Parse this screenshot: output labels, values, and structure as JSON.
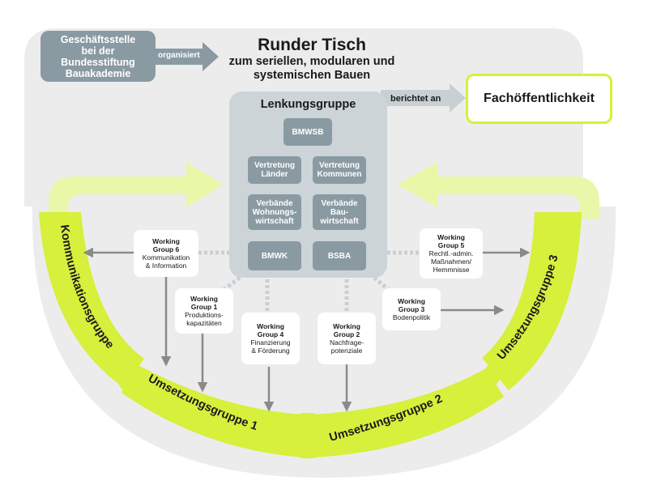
{
  "colors": {
    "background_panel": "#ececec",
    "lime": "#d6f03c",
    "lime_light": "#e9f7a8",
    "grey_box": "#8a9aa2",
    "lenkung_panel": "#ccd4d8",
    "arrow_grey": "#8a8a8a"
  },
  "header": {
    "org_box_lines": [
      "Geschäftsstelle",
      "bei der",
      "Bundesstiftung",
      "Bauakademie"
    ],
    "organisiert": "organisiert",
    "title": "Runder Tisch",
    "subtitle_lines": [
      "zum seriellen, modularen und",
      "systemischen Bauen"
    ],
    "berichtet_an": "berichtet an",
    "fachoeffentlichkeit": "Fachöffentlichkeit"
  },
  "lenkungsgruppe": {
    "title": "Lenkungsgruppe",
    "bmwsb": "BMWSB",
    "laender": [
      "Vertretung",
      "Länder"
    ],
    "kommunen": [
      "Vertretung",
      "Kommunen"
    ],
    "wohnungswirtschaft": [
      "Verbände",
      "Wohnungs-",
      "wirtschaft"
    ],
    "bauwirtschaft": [
      "Verbände",
      "Bau-",
      "wirtschaft"
    ],
    "bmwk": "BMWK",
    "bsba": "BSBA"
  },
  "working_groups": {
    "wg6": {
      "title": [
        "Working",
        "Group 6"
      ],
      "desc": [
        "Kommunikation",
        "& Information"
      ]
    },
    "wg1": {
      "title": [
        "Working",
        "Group 1"
      ],
      "desc": [
        "Produktions-",
        "kapazitäten"
      ]
    },
    "wg4": {
      "title": [
        "Working",
        "Group 4"
      ],
      "desc": [
        "Finanzierung",
        "& Förderung"
      ]
    },
    "wg2": {
      "title": [
        "Working",
        "Group 2"
      ],
      "desc": [
        "Nachfrage-",
        "potenziale"
      ]
    },
    "wg3": {
      "title": [
        "Working",
        "Group 3"
      ],
      "desc": [
        "Bodenpolitik"
      ]
    },
    "wg5": {
      "title": [
        "Working",
        "Group 5"
      ],
      "desc": [
        "Rechtl.-admin.",
        "Maßnahmen/",
        "Hemmnisse"
      ]
    }
  },
  "ring_labels": {
    "kommunikationsgruppe": "Kommunikationsgruppe",
    "umsetzungsgruppe_1": "Umsetzungsgruppe 1",
    "umsetzungsgruppe_2": "Umsetzungsgruppe 2",
    "umsetzungsgruppe_3": "Umsetzungsgruppe 3"
  }
}
